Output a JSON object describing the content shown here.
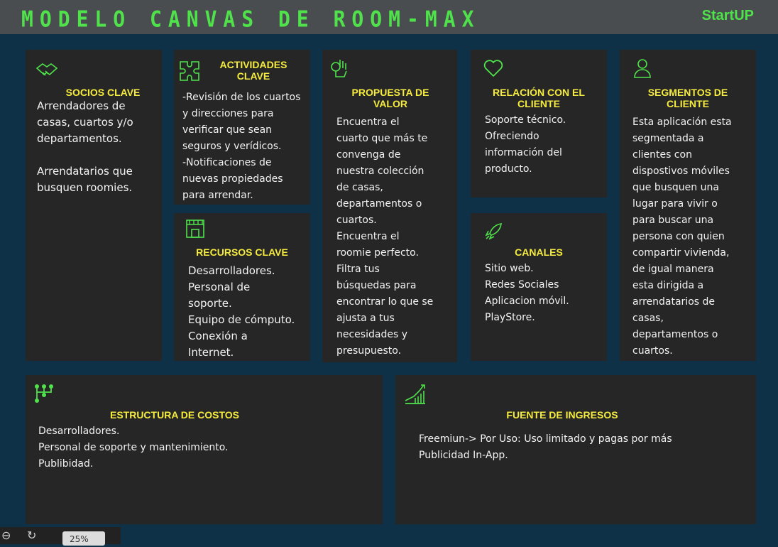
{
  "header": {
    "title": "MODELO CANVAS DE ROOM-MAX",
    "brand": "StartUP"
  },
  "accent_color": "#4fe24b",
  "heading_color": "#f6ec3d",
  "background_color": "#0f3147",
  "card_color": "#262626",
  "cards": {
    "socios": {
      "icon": "handshake-icon",
      "title": "SOCIOS CLAVE",
      "body": "Arrendadores de\ncasas, cuartos y/o\ndepartamentos.\n\nArrendatarios que\nbusquen roomies."
    },
    "actividades": {
      "icon": "puzzle-icon",
      "title": "ACTIVIDADES\nCLAVE",
      "body": "-Revisión de los cuartos\ny direcciones para\nverificar que sean\nseguros y verídicos.\n-Notificaciones de\nnuevas propiedades\npara arrendar."
    },
    "recursos": {
      "icon": "store-icon",
      "title": "RECURSOS CLAVE",
      "body": "Desarrolladores.\nPersonal de\nsoporte.\nEquipo de cómputo.\nConexión a\nInternet."
    },
    "propuesta": {
      "icon": "ok-hand-icon",
      "title": "PROPUESTA DE\nVALOR",
      "body": "Encuentra el\ncuarto que más te\nconvenga de\nnuestra colección\nde casas,\ndepartamentos o\ncuartos.\nEncuentra el\nroomie perfecto.\nFiltra tus\nbúsquedas para\nencontrar lo que se\najusta a tus\nnecesidades y\npresupuesto."
    },
    "relacion": {
      "icon": "heart-icon",
      "title": "RELACIÓN CON EL\nCLIENTE",
      "body": "Soporte técnico.\nOfreciendo\ninformación del\nproducto."
    },
    "canales": {
      "icon": "rocket-icon",
      "title": "CANALES",
      "body": "Sitio web.\nRedes Sociales\nAplicacion móvil.\nPlayStore."
    },
    "segmentos": {
      "icon": "user-icon",
      "title": "SEGMENTOS DE\nCLIENTE",
      "body": "Esta aplicación esta\nsegmentada a\nclientes con\ndispostivos móviles\nque busquen una\nlugar para vivir o\npara buscar una\npersona con quien\ncompartir vivienda,\nde igual manera\nesta dirigida a\narrendatarios de\ncasas,\ndepartamentos o\ncuartos."
    },
    "costos": {
      "icon": "network-icon",
      "title": "ESTRUCTURA DE COSTOS",
      "body": "Desarrolladores.\nPersonal de soporte y mantenimiento.\nPublibidad."
    },
    "ingresos": {
      "icon": "growth-chart-icon",
      "title": "FUENTE DE INGRESOS",
      "body": "Freemiun-> Por Uso: Uso limitado y pagas por más\nPublicidad In-App."
    }
  },
  "statusbar": {
    "zoom": "25%"
  }
}
